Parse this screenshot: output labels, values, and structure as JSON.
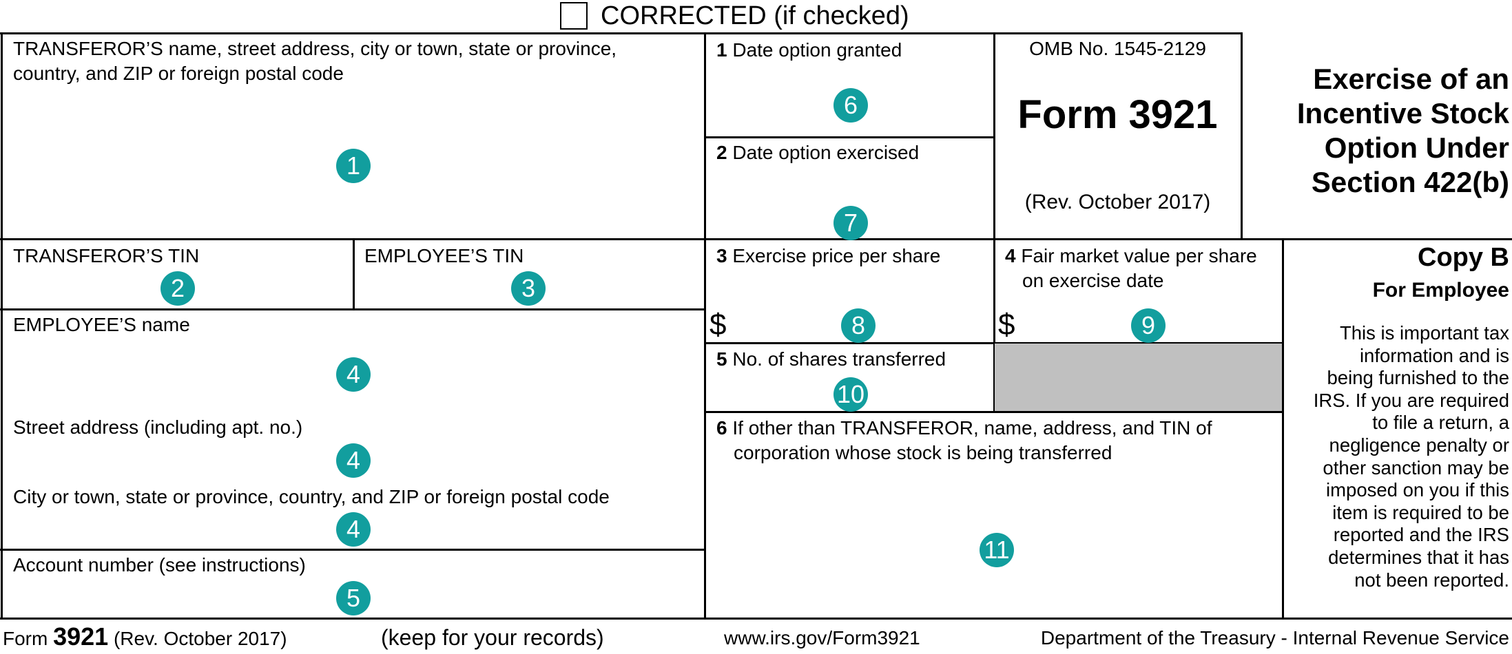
{
  "header": {
    "corrected_label": "CORRECTED (if checked)"
  },
  "transferor": {
    "label_line1": "TRANSFEROR’S name, street address, city or town, state or province,",
    "label_line2": "country, and ZIP or foreign postal code",
    "badge": "1",
    "tin_label": "TRANSFEROR’S TIN",
    "tin_badge": "2"
  },
  "employee": {
    "tin_label": "EMPLOYEE’S TIN",
    "tin_badge": "3",
    "name_label": "EMPLOYEE’S name",
    "name_badge": "4",
    "street_label": "Street address (including apt. no.)",
    "street_badge": "4",
    "city_label": "City or town, state or province, country, and ZIP or foreign postal code",
    "city_badge": "4",
    "account_label": "Account number (see instructions)",
    "account_badge": "5"
  },
  "boxes": {
    "b1_num": "1",
    "b1_label": "Date option granted",
    "b1_badge": "6",
    "b2_num": "2",
    "b2_label": "Date option exercised",
    "b2_badge": "7",
    "b3_num": "3",
    "b3_label": "Exercise price per share",
    "b3_dollar": "$",
    "b3_badge": "8",
    "b4_num": "4",
    "b4_label_line1": "Fair market value per share",
    "b4_label_line2": "on exercise date",
    "b4_dollar": "$",
    "b4_badge": "9",
    "b5_num": "5",
    "b5_label": "No. of shares transferred",
    "b5_badge": "10",
    "b6_num": "6",
    "b6_label_line1": "If other than TRANSFEROR, name, address, and TIN of",
    "b6_label_line2": "corporation whose stock is being transferred",
    "b6_badge": "11"
  },
  "form_id": {
    "omb": "OMB No. 1545-2129",
    "form_title": "Form 3921",
    "revision": "(Rev. October 2017)"
  },
  "form_name": [
    "Exercise of an",
    "Incentive Stock",
    "Option Under",
    "Section 422(b)"
  ],
  "copy": {
    "title": "Copy B",
    "subtitle": "For Employee",
    "notice": [
      "This is important tax",
      "information and is",
      "being furnished to the",
      "IRS. If you are required",
      "to file a return, a",
      "negligence penalty or",
      "other sanction may be",
      "imposed on you if this",
      "item is required to be",
      "reported and the IRS",
      "determines that it has",
      "not been reported."
    ]
  },
  "footer": {
    "form_word": "Form",
    "form_number": "3921",
    "revision": "(Rev. October 2017)",
    "keep": "(keep for your records)",
    "url": "www.irs.gov/Form3921",
    "department": "Department of the Treasury - Internal Revenue Service"
  },
  "colors": {
    "badge": "#129e9e",
    "shade": "#c0c0c0"
  }
}
